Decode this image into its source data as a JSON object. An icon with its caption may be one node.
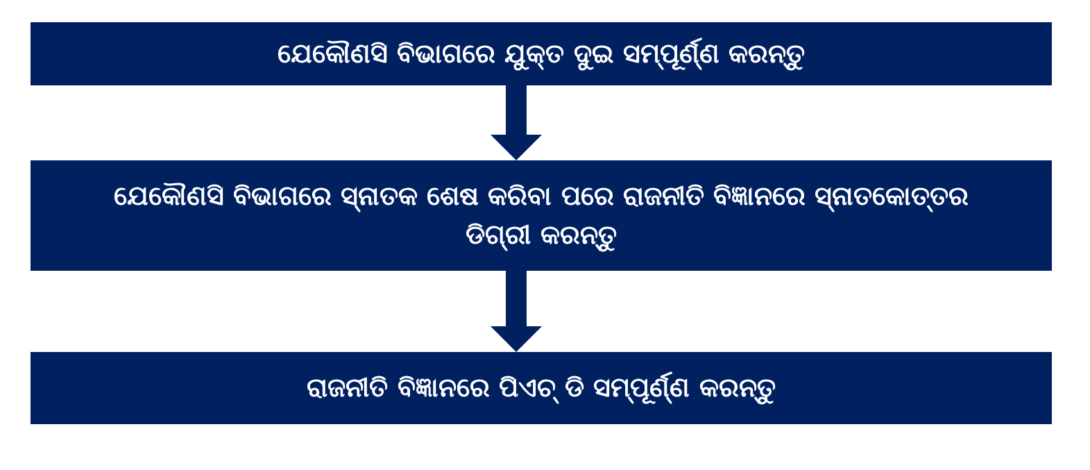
{
  "diagram": {
    "nodes": [
      {
        "text": [
          "ଯେକୌଣସି ବିଭାଗରେ ଯୁକ୍ତ ଦୁଇ ସମ୍ପୂର୍ଣ୍ଣ କରନ୍ତୁ"
        ]
      },
      {
        "text": [
          "ଯେକୌଣସି ବିଭାଗରେ ସ୍ନାତକ ଶେଷ କରିବା ପରେ ରାଜନୀତି ବିଜ୍ଞାନରେ ସ୍ନାତକୋତ୍ତର ଡିଗ୍ରୀ କରନ୍ତୁ"
        ]
      },
      {
        "text": [
          "ରାଜନୀତି ବିଜ୍ଞାନରେ ପିଏଚ୍ ଡି ସମ୍ପୂର୍ଣ୍ଣ କରନ୍ତୁ"
        ]
      }
    ],
    "edges": [
      {
        "from": 0,
        "to": 1,
        "arrow": "to"
      },
      {
        "from": 1,
        "to": 2,
        "arrow": "to"
      }
    ]
  }
}
